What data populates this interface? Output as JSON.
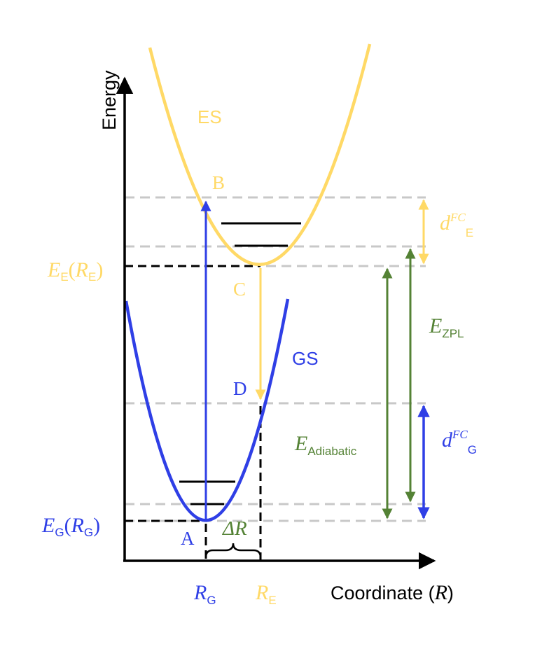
{
  "axes": {
    "y_label": "Energy",
    "x_label_text": "Coordinate (",
    "x_label_var": "R",
    "x_label_close": ")"
  },
  "curves": {
    "excited_state": "ES",
    "ground_state": "GS"
  },
  "points": {
    "a": "A",
    "b": "B",
    "c": "C",
    "d": "D"
  },
  "energy_labels": {
    "e_excited_main": "E",
    "e_excited_sub": "E",
    "e_excited_arg_open": "(",
    "e_excited_arg_var": "R",
    "e_excited_arg_sub": "E",
    "e_excited_arg_close": ")",
    "e_ground_main": "E",
    "e_ground_sub": "G",
    "e_ground_arg_open": "(",
    "e_ground_arg_var": "R",
    "e_ground_arg_sub": "G",
    "e_ground_arg_close": ")"
  },
  "coordinate_labels": {
    "r_ground_var": "R",
    "r_ground_sub": "G",
    "r_excited_var": "R",
    "r_excited_sub": "E",
    "delta_r": "ΔR"
  },
  "energy_gaps": {
    "d_fc_excited_main": "d",
    "d_fc_excited_sup": "FC",
    "d_fc_excited_sub": "E",
    "e_zpl_main": "E",
    "e_zpl_sub": "ZPL",
    "d_fc_ground_main": "d",
    "d_fc_ground_sup": "FC",
    "d_fc_ground_sub": "G",
    "e_adiabatic_main": "E",
    "e_adiabatic_sub": "Adiabatic"
  },
  "colors": {
    "excited": "#FFD966",
    "ground": "#2F3FE6",
    "gap": "#548235",
    "guide": "#C8C8C8",
    "axis": "#000000"
  }
}
